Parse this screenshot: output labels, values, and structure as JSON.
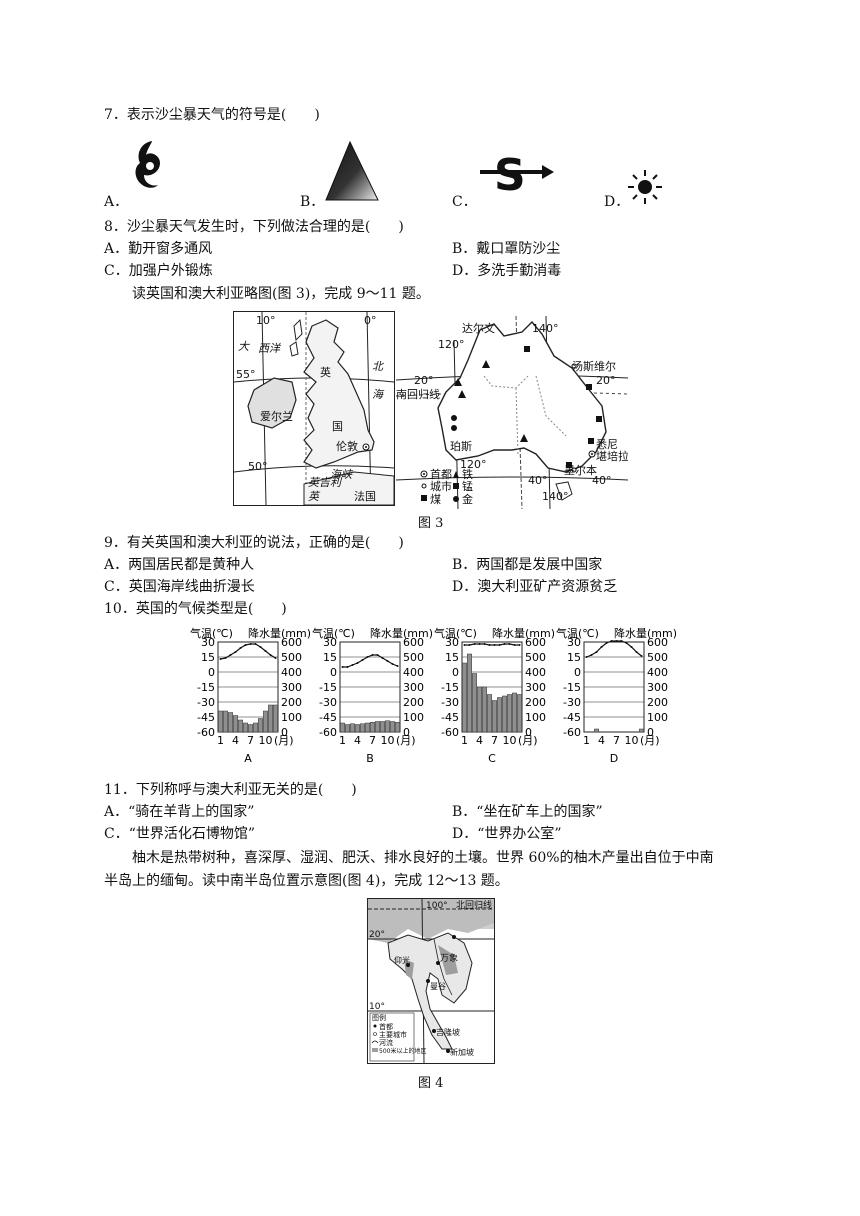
{
  "q7": {
    "stem": "7．表示沙尘暴天气的符号是(　　)",
    "options": [
      {
        "label": "A．",
        "icon": "typhoon-symbol-icon"
      },
      {
        "label": "B．",
        "icon": "sandstorm-triangle-icon"
      },
      {
        "label": "C．",
        "icon": "s-arrow-symbol-icon"
      },
      {
        "label": "D．",
        "icon": "sun-symbol-icon"
      }
    ]
  },
  "q8": {
    "stem": "8．沙尘暴天气发生时，下列做法合理的是(　　)",
    "options": [
      "A．勤开窗多通风",
      "B．戴口罩防沙尘",
      "C．加强户外锻炼",
      "D．多洗手勤消毒"
    ]
  },
  "intro_9_11": "读英国和澳大利亚略图(图 3)，完成 9～11 题。",
  "fig3": {
    "caption": "图 3",
    "uk_labels": {
      "lon10": "10°",
      "lon0": "0°",
      "lat55": "55°",
      "lat50": "50°",
      "atlantic1": "大",
      "atlantic2": "西洋",
      "north1": "北",
      "north2": "海",
      "ying": "英",
      "guo": "国",
      "ireland": "爱尔兰",
      "london": "伦敦",
      "strait": "海峡",
      "yingji": "英吉利",
      "ying2": "英",
      "france": "法国"
    },
    "au_labels": {
      "darwin": "达尔文",
      "lon140": "140°",
      "lon120": "120°",
      "townsville": "汤斯维尔",
      "lat20a": "20°",
      "lat20b": "20°",
      "tropic": "南回归线",
      "perth": "珀斯",
      "sydney": "悉尼",
      "canberra": "堪培拉",
      "melbourne": "墨尔本",
      "lon120b": "120°",
      "lat40a": "40°",
      "lat40b": "40°",
      "lon140b": "140°"
    },
    "legend": {
      "capital": "首都",
      "city": "城市",
      "coal": "煤",
      "iron": "铁",
      "manganese": "锰",
      "gold": "金"
    }
  },
  "q9": {
    "stem": "9．有关英国和澳大利亚的说法，正确的是(　　)",
    "options": [
      "A．两国居民都是黄种人",
      "B．两国都是发展中国家",
      "C．英国海岸线曲折漫长",
      "D．澳大利亚矿产资源贫乏"
    ]
  },
  "q10": {
    "stem": "10．英国的气候类型是(　　)"
  },
  "chart_data": [
    {
      "type": "bar",
      "title": "",
      "name": "A",
      "temp_label": "气温(℃)",
      "precip_label": "降水量(mm)",
      "x_label": "(月)",
      "x_ticks": [
        "1",
        "4",
        "7",
        "10"
      ],
      "temp_ticks": [
        30,
        15,
        0,
        -15,
        -30,
        -45,
        -60
      ],
      "precip_ticks": [
        600,
        500,
        400,
        300,
        200,
        100,
        0
      ],
      "temp_ylim": [
        -60,
        30
      ],
      "precip_ylim": [
        0,
        600
      ],
      "months": [
        1,
        2,
        3,
        4,
        5,
        6,
        7,
        8,
        9,
        10,
        11,
        12
      ],
      "temp": [
        13,
        14,
        17,
        20,
        24,
        27,
        28,
        28,
        25,
        21,
        17,
        14
      ],
      "precip": [
        140,
        140,
        130,
        110,
        80,
        60,
        50,
        60,
        90,
        140,
        180,
        180
      ]
    },
    {
      "type": "bar",
      "title": "",
      "name": "B",
      "temp_label": "气温(℃)",
      "precip_label": "降水量(mm)",
      "x_label": "(月)",
      "x_ticks": [
        "1",
        "4",
        "7",
        "10"
      ],
      "temp_ticks": [
        30,
        15,
        0,
        -15,
        -30,
        -45,
        -60
      ],
      "precip_ticks": [
        600,
        500,
        400,
        300,
        200,
        100,
        0
      ],
      "temp_ylim": [
        -60,
        30
      ],
      "precip_ylim": [
        0,
        600
      ],
      "months": [
        1,
        2,
        3,
        4,
        5,
        6,
        7,
        8,
        9,
        10,
        11,
        12
      ],
      "temp": [
        5,
        5,
        7,
        9,
        12,
        15,
        17,
        17,
        14,
        11,
        8,
        6
      ],
      "precip": [
        60,
        50,
        55,
        50,
        55,
        60,
        65,
        70,
        70,
        75,
        70,
        65
      ]
    },
    {
      "type": "bar",
      "title": "",
      "name": "C",
      "temp_label": "气温(℃)",
      "precip_label": "降水量(mm)",
      "x_label": "(月)",
      "x_ticks": [
        "1",
        "4",
        "7",
        "10"
      ],
      "temp_ticks": [
        30,
        15,
        0,
        -15,
        -30,
        -45,
        -60
      ],
      "precip_ticks": [
        600,
        500,
        400,
        300,
        200,
        100,
        0
      ],
      "temp_ylim": [
        -60,
        30
      ],
      "precip_ylim": [
        0,
        600
      ],
      "months": [
        1,
        2,
        3,
        4,
        5,
        6,
        7,
        8,
        9,
        10,
        11,
        12
      ],
      "temp": [
        27,
        27,
        28,
        28,
        28,
        27,
        27,
        27,
        28,
        28,
        27,
        27
      ],
      "precip": [
        460,
        520,
        390,
        300,
        300,
        250,
        210,
        230,
        240,
        250,
        260,
        250
      ]
    },
    {
      "type": "bar",
      "title": "",
      "name": "D",
      "temp_label": "气温(℃)",
      "precip_label": "降水量(mm)",
      "x_label": "(月)",
      "x_ticks": [
        "1",
        "4",
        "7",
        "10"
      ],
      "temp_ticks": [
        30,
        15,
        0,
        -15,
        -30,
        -45,
        -60
      ],
      "precip_ticks": [
        600,
        500,
        400,
        300,
        200,
        100,
        0
      ],
      "temp_ylim": [
        -60,
        30
      ],
      "precip_ylim": [
        0,
        600
      ],
      "months": [
        1,
        2,
        3,
        4,
        5,
        6,
        7,
        8,
        9,
        10,
        11,
        12
      ],
      "temp": [
        15,
        17,
        20,
        25,
        29,
        31,
        31,
        31,
        29,
        25,
        20,
        16
      ],
      "precip": [
        2,
        2,
        20,
        0,
        0,
        0,
        0,
        0,
        0,
        0,
        0,
        20
      ]
    }
  ],
  "q11": {
    "stem": "11．下列称呼与澳大利亚无关的是(　　)",
    "options": [
      "A．“骑在羊背上的国家”",
      "B．“坐在矿车上的国家”",
      "C．“世界活化石博物馆”",
      "D．“世界办公室”"
    ]
  },
  "intro_12_13": {
    "line1": "柚木是热带树种，喜深厚、湿润、肥沃、排水良好的土壤。世界 60%的柚木产量出自位于中南",
    "line2": "半岛上的缅甸。读中南半岛位置示意图(图 4)，完成 12～13 题。"
  },
  "fig4": {
    "caption": "图 4",
    "labels": {
      "lon100": "100°",
      "tropic": "北回归线",
      "lat20": "20°",
      "lat10": "10°",
      "vientiane": "万象",
      "bangkok": "曼谷",
      "kualalumpur": "吉隆坡",
      "singapore": "新加坡",
      "yangon": "仰光"
    },
    "legend": {
      "title": "图例",
      "capital": "首都",
      "city": "主要城市",
      "river": "河流",
      "high": "500米以上的地区"
    }
  }
}
